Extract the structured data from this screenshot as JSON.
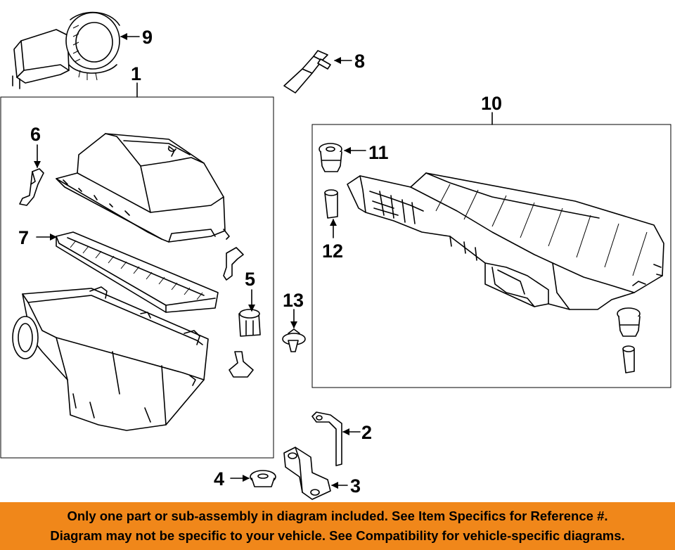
{
  "callouts": {
    "c1": "1",
    "c2": "2",
    "c3": "3",
    "c4": "4",
    "c5": "5",
    "c6": "6",
    "c7": "7",
    "c8": "8",
    "c9": "9",
    "c10": "10",
    "c11": "11",
    "c12": "12",
    "c13": "13"
  },
  "banner": {
    "line1": "Only one part or sub-assembly in diagram included. See Item Specifics for Reference #.",
    "line2": "Diagram may not be specific to your vehicle. See Compatibility for vehicle-specific diagrams."
  },
  "colors": {
    "banner_bg": "#f0871a",
    "line": "#000000",
    "background": "#ffffff"
  }
}
